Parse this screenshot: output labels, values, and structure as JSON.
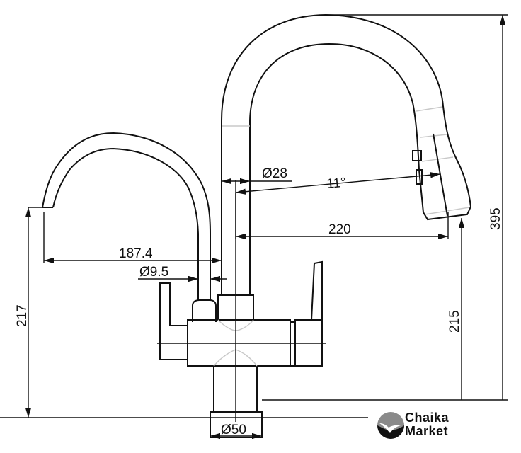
{
  "dimensions": {
    "total_height": "395",
    "spout_height": "215",
    "filter_spout_height": "217",
    "spout_reach": "220",
    "filter_spout_reach": "187.4",
    "spout_diameter": "Ø28",
    "filter_spout_diameter": "Ø9.5",
    "base_diameter": "Ø50",
    "spout_angle": "11°"
  },
  "logo": {
    "line1": "Chaika",
    "line2": "Market"
  },
  "colors": {
    "line": "#111111",
    "hidden_line": "#c8c8c8",
    "logo_gray": "#8a8a8a"
  }
}
